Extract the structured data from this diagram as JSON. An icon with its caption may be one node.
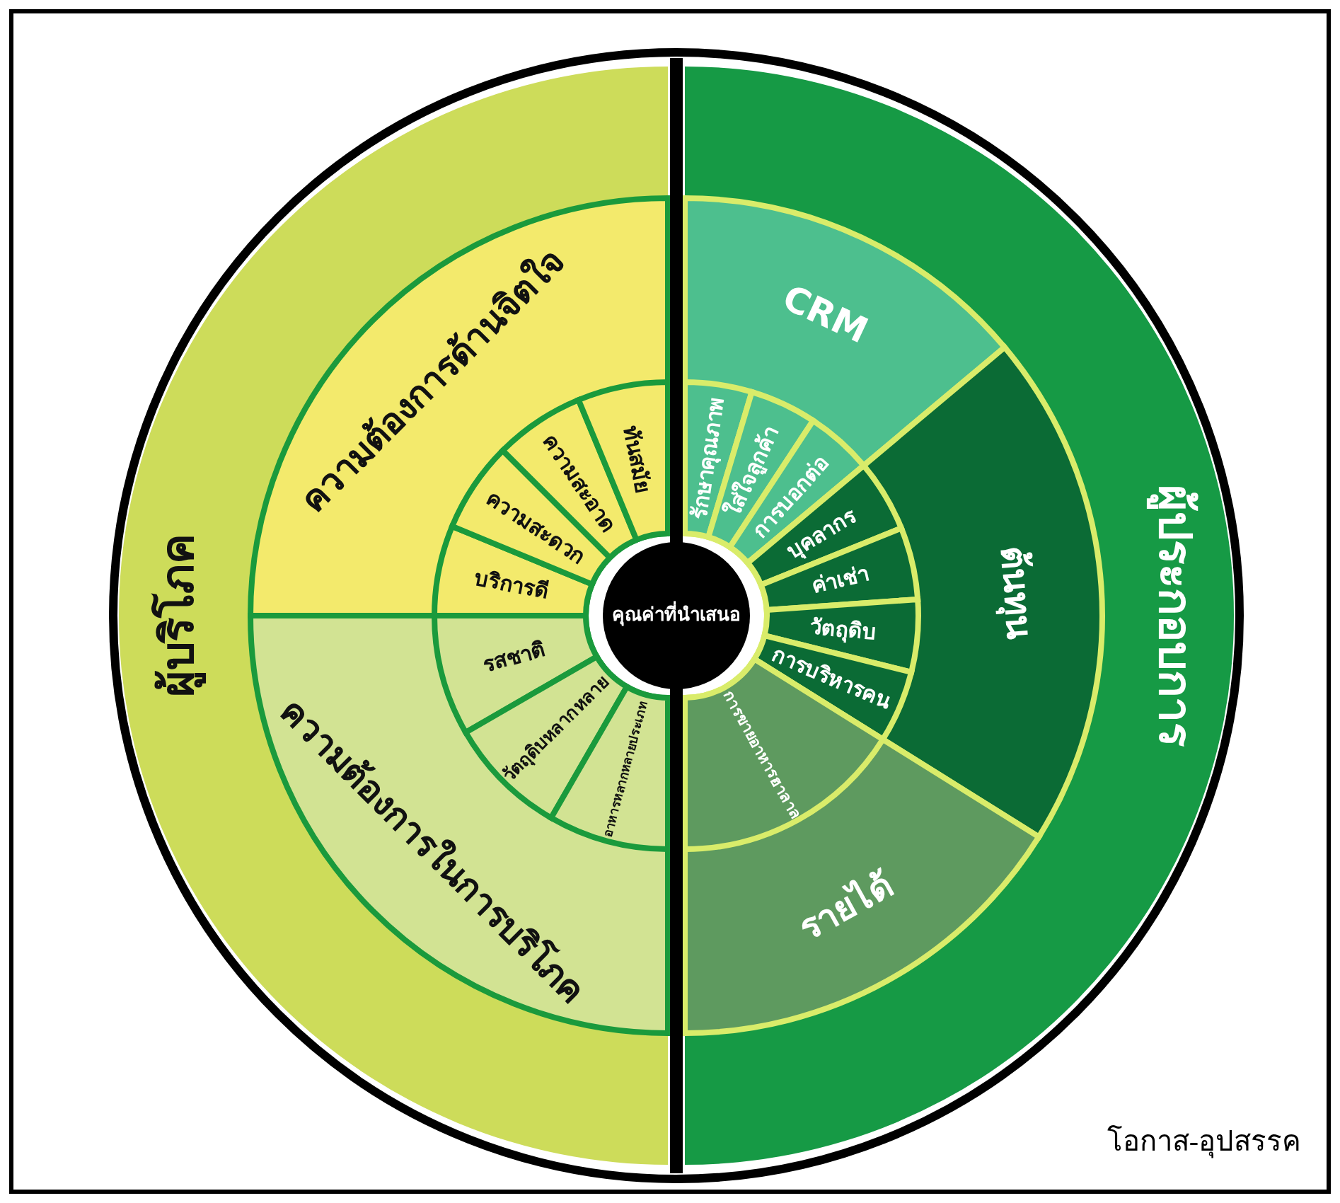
{
  "diagram": {
    "nodes": [
      {
        "text": [
          "ผู้บริโภค"
        ]
      },
      {
        "text": [
          "ความต้องการด้านจิตใจ"
        ],
        "in": 0
      },
      {
        "text": [
          "บริการดี"
        ],
        "in": 1
      },
      {
        "text": [
          "ความสะดวก"
        ],
        "in": 1
      },
      {
        "text": [
          "ความสะอาด"
        ],
        "in": 1
      },
      {
        "text": [
          "ทันสมัย"
        ],
        "in": 1
      },
      {
        "text": [
          "ความต้องการในการบริโภค"
        ],
        "in": 0
      },
      {
        "text": [
          "รสชาติ"
        ],
        "in": 6
      },
      {
        "text": [
          "วัตถุดิบหลากหลาย"
        ],
        "in": 6
      },
      {
        "text": [
          "อาหารหลากหลายประเภท"
        ],
        "in": 6
      },
      {
        "text": [
          "ผู้ประกอบการ"
        ]
      },
      {
        "text": [
          "CRM"
        ],
        "in": 10
      },
      {
        "text": [
          "รักษาคุณภาพ"
        ],
        "in": 11
      },
      {
        "text": [
          "ใส่ใจลูกค้า"
        ],
        "in": 11
      },
      {
        "text": [
          "การบอกต่อ"
        ],
        "in": 11
      },
      {
        "text": [
          "ต้นทุน"
        ],
        "in": 10
      },
      {
        "text": [
          "บุคลากร"
        ],
        "in": 15
      },
      {
        "text": [
          "ค่าเช่า"
        ],
        "in": 15
      },
      {
        "text": [
          "วัตถุดิบ"
        ],
        "in": 15
      },
      {
        "text": [
          "การบริหารคน"
        ],
        "in": 15
      },
      {
        "text": [
          "รายได้"
        ],
        "in": 10
      },
      {
        "text": [
          "การขายอาหารฮาลาล"
        ],
        "in": 20
      },
      {
        "text": [
          "คุณค่าที่นำเสนอ"
        ]
      }
    ],
    "labels": [
      "โอกาส-อุปสรรค"
    ]
  }
}
